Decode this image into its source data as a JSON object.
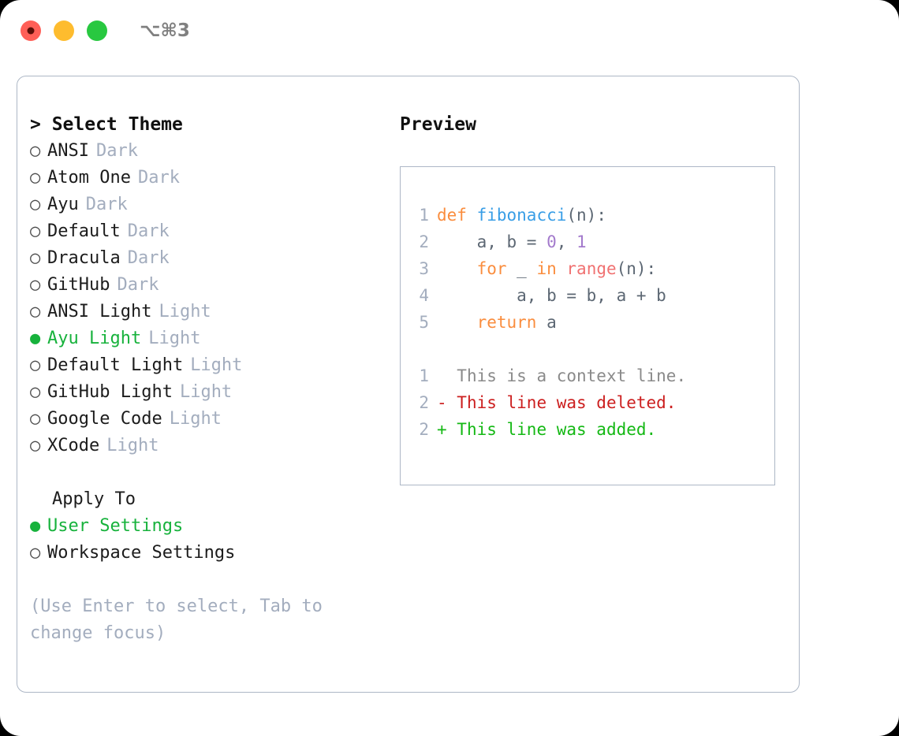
{
  "titlebar": {
    "shortcut": "⌥⌘3",
    "dots": [
      "close-dot",
      "minimize-dot",
      "maximize-dot"
    ]
  },
  "left": {
    "heading": "> Select Theme",
    "themes": [
      {
        "bullet": "○",
        "name": "ANSI",
        "kind": "Dark",
        "selected": false
      },
      {
        "bullet": "○",
        "name": "Atom One",
        "kind": "Dark",
        "selected": false
      },
      {
        "bullet": "○",
        "name": "Ayu",
        "kind": "Dark",
        "selected": false
      },
      {
        "bullet": "○",
        "name": "Default",
        "kind": "Dark",
        "selected": false
      },
      {
        "bullet": "○",
        "name": "Dracula",
        "kind": "Dark",
        "selected": false
      },
      {
        "bullet": "○",
        "name": "GitHub",
        "kind": "Dark",
        "selected": false
      },
      {
        "bullet": "○",
        "name": "ANSI Light",
        "kind": "Light",
        "selected": false
      },
      {
        "bullet": "●",
        "name": "Ayu Light",
        "kind": "Light",
        "selected": true
      },
      {
        "bullet": "○",
        "name": "Default Light",
        "kind": "Light",
        "selected": false
      },
      {
        "bullet": "○",
        "name": "GitHub Light",
        "kind": "Light",
        "selected": false
      },
      {
        "bullet": "○",
        "name": "Google Code",
        "kind": "Light",
        "selected": false
      },
      {
        "bullet": "○",
        "name": "XCode",
        "kind": "Light",
        "selected": false
      }
    ],
    "apply_to_label": "Apply To",
    "apply_options": [
      {
        "bullet": "●",
        "name": "User Settings",
        "selected": true
      },
      {
        "bullet": "○",
        "name": "Workspace Settings",
        "selected": false
      }
    ],
    "hint": "(Use Enter to select, Tab to change focus)"
  },
  "right": {
    "preview_label": "Preview",
    "code": [
      {
        "num": "1",
        "tokens": [
          {
            "t": "def",
            "c": "tok-kw"
          },
          {
            "t": " ",
            "c": "tok-punc"
          },
          {
            "t": "fibonacci",
            "c": "tok-fn"
          },
          {
            "t": "(n):",
            "c": "tok-punc"
          }
        ]
      },
      {
        "num": "2",
        "tokens": [
          {
            "t": "    a, b = ",
            "c": "tok-var"
          },
          {
            "t": "0",
            "c": "tok-num"
          },
          {
            "t": ", ",
            "c": "tok-var"
          },
          {
            "t": "1",
            "c": "tok-num"
          }
        ]
      },
      {
        "num": "3",
        "tokens": [
          {
            "t": "    ",
            "c": "tok-var"
          },
          {
            "t": "for",
            "c": "tok-kw"
          },
          {
            "t": " _ ",
            "c": "tok-var"
          },
          {
            "t": "in",
            "c": "tok-kw"
          },
          {
            "t": " ",
            "c": "tok-var"
          },
          {
            "t": "range",
            "c": "tok-bi"
          },
          {
            "t": "(n):",
            "c": "tok-punc"
          }
        ]
      },
      {
        "num": "4",
        "tokens": [
          {
            "t": "        a, b = b, a + b",
            "c": "tok-var"
          }
        ]
      },
      {
        "num": "5",
        "tokens": [
          {
            "t": "    ",
            "c": "tok-var"
          },
          {
            "t": "return",
            "c": "tok-kw"
          },
          {
            "t": " a",
            "c": "tok-var"
          }
        ]
      }
    ],
    "diff": [
      {
        "num": "1",
        "marker": "  ",
        "text": "This is a context line.",
        "cls": "diff-ctx"
      },
      {
        "num": "2",
        "marker": "- ",
        "text": "This line was deleted.",
        "cls": "diff-del"
      },
      {
        "num": "2",
        "marker": "+ ",
        "text": "This line was added.",
        "cls": "diff-add"
      }
    ]
  },
  "colors": {
    "accent_green": "#17b23c",
    "muted": "#a3adbe",
    "border": "#adb7c6",
    "keyword": "#fa8d3e",
    "function": "#399ee6",
    "number": "#a37acc",
    "builtin": "#f07171",
    "diff_add": "#14b814",
    "diff_del": "#cc1f1f"
  }
}
